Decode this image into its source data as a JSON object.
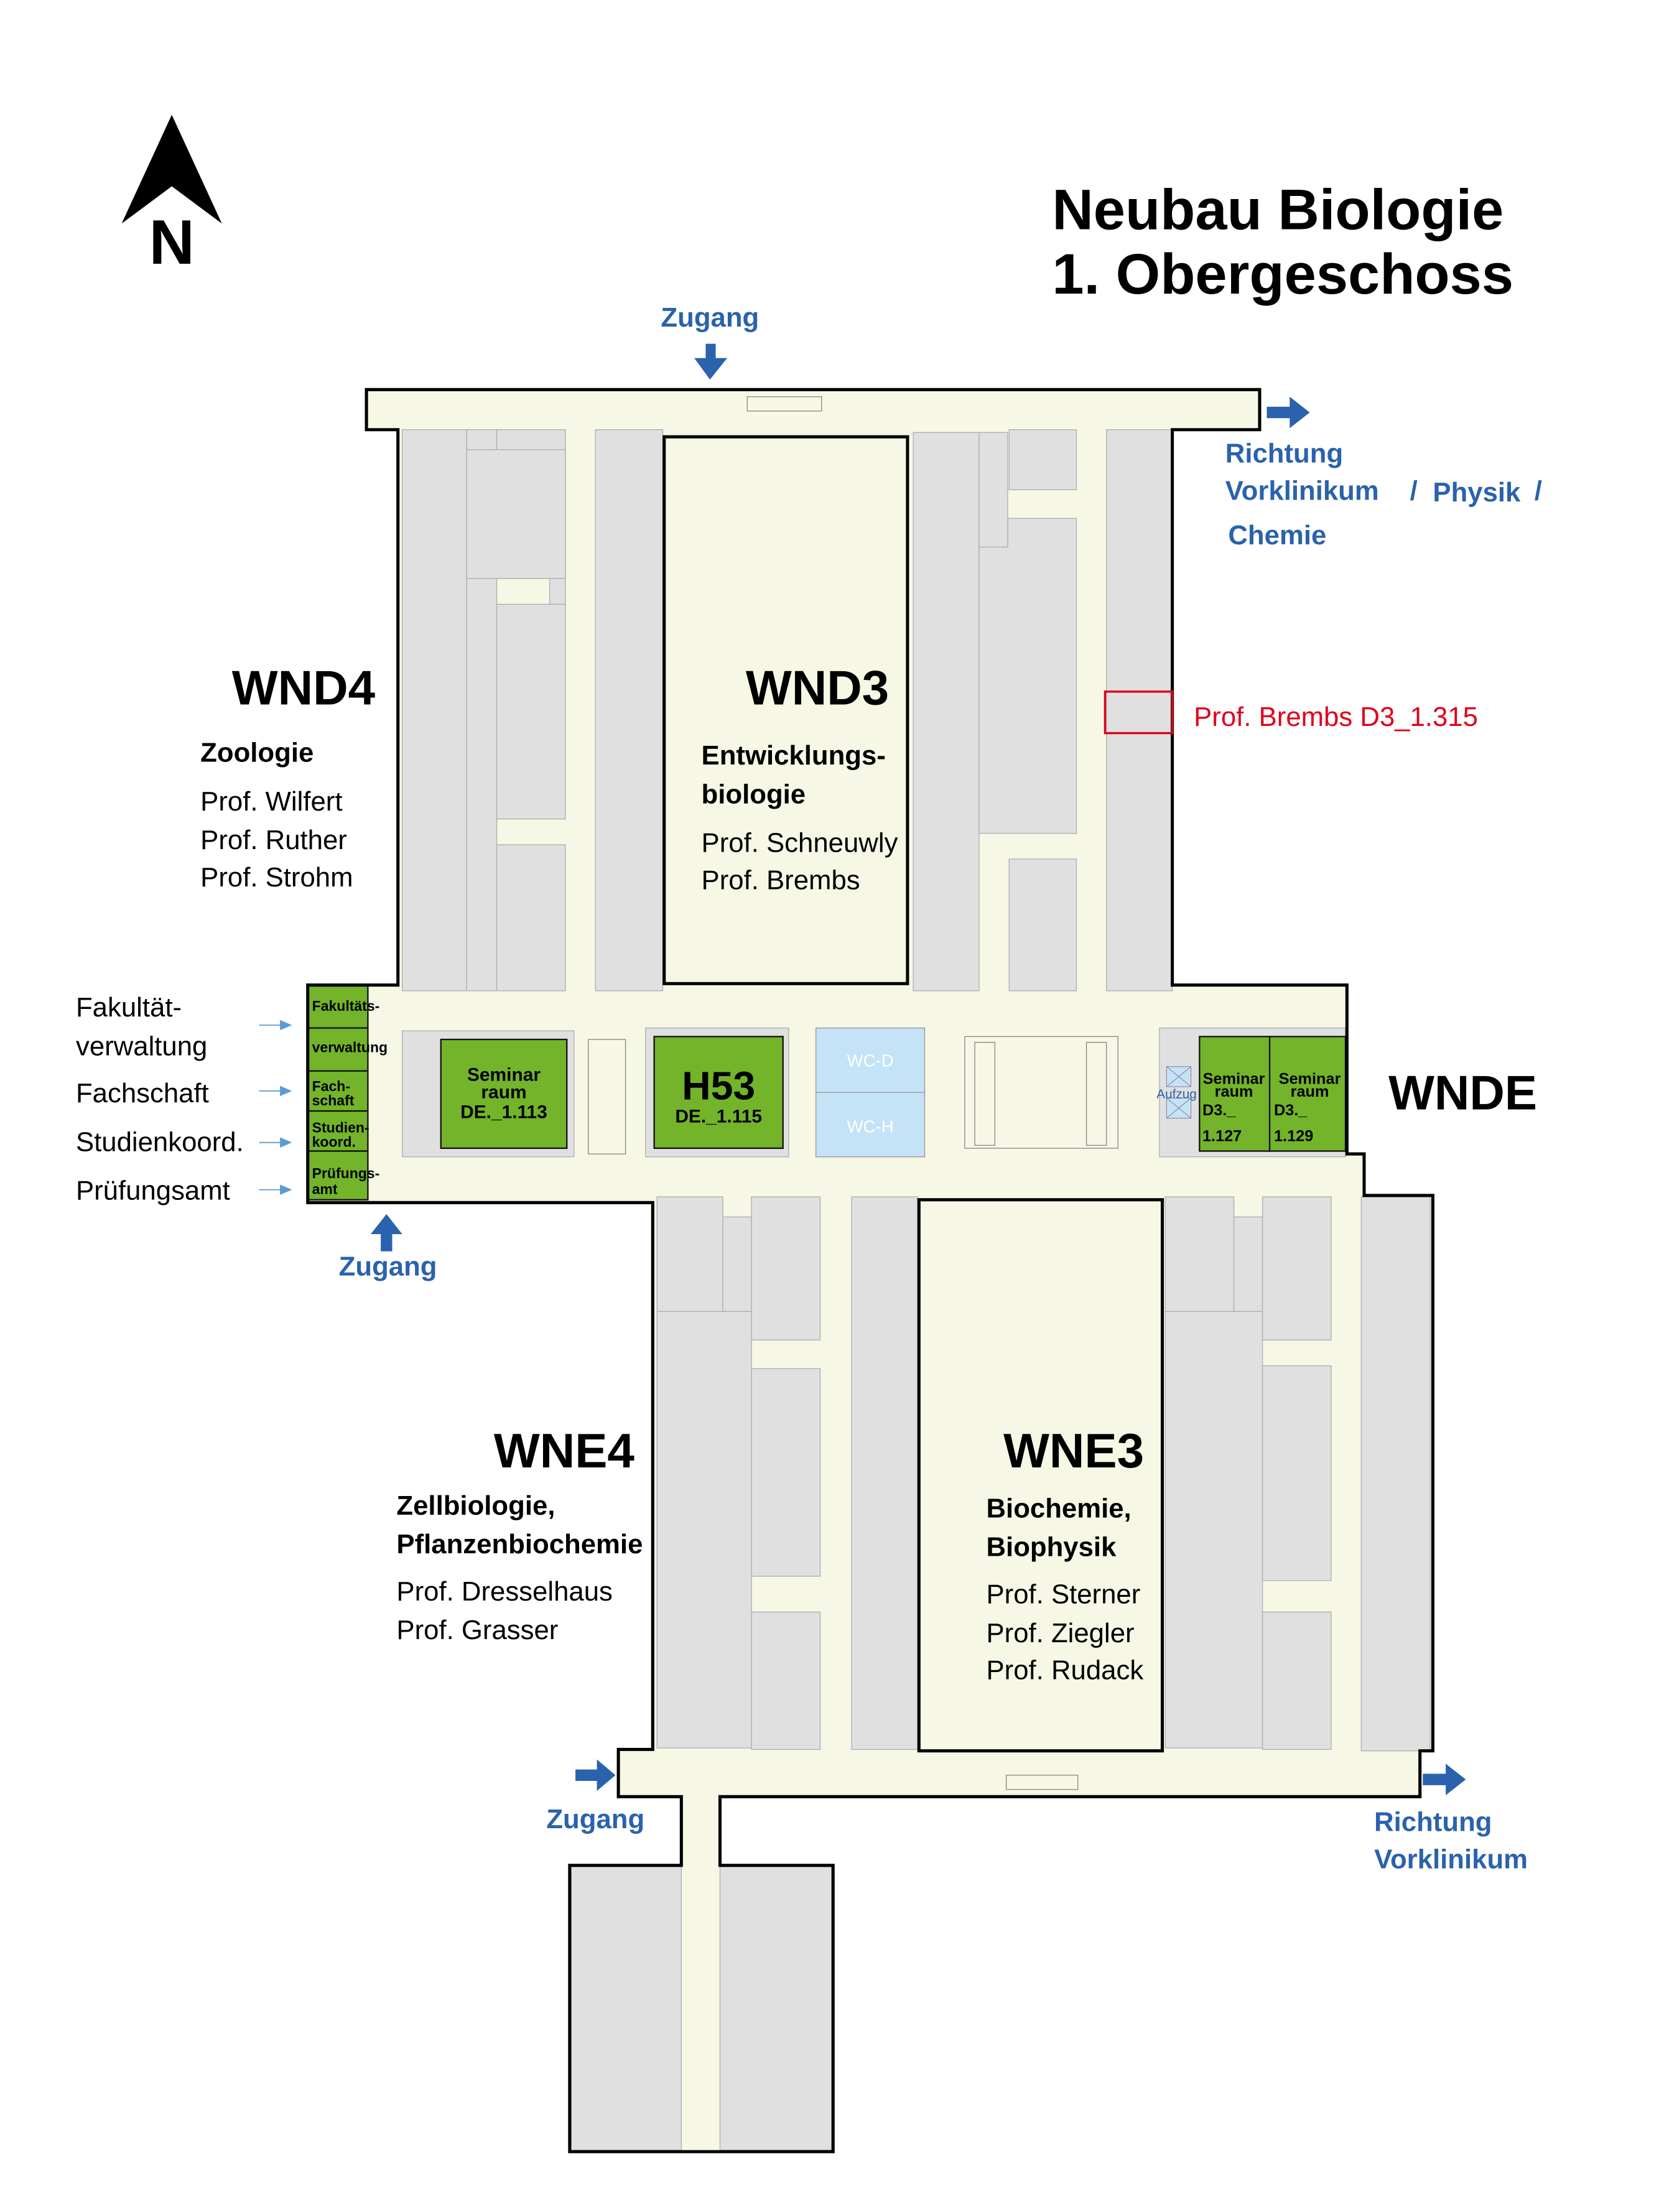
{
  "title": {
    "line1": "Neubau Biologie",
    "line2": "1. Obergeschoss"
  },
  "compass": {
    "label": "N"
  },
  "colors": {
    "corridor": "#f7f7e6",
    "room": "#e0e0e0",
    "highlight_room": "#73b42a",
    "arrow": "#2a62ad",
    "wc": "#c5e3f7",
    "marker": "#e0001a"
  },
  "entrances": {
    "top": "Zugang",
    "left": "Zugang",
    "bottom": "Zugang"
  },
  "directions": {
    "top_right": {
      "line1": "Richtung",
      "line2": "Vorklinikum",
      "sep1": "/",
      "line2b": "Physik",
      "sep2": "/",
      "line3": "Chemie"
    },
    "bottom_right": {
      "line1": "Richtung",
      "line2": "Vorklinikum"
    }
  },
  "wings": {
    "wnd4": {
      "name": "WND4",
      "dept": "Zoologie",
      "profs": [
        "Prof. Wilfert",
        "Prof. Ruther",
        "Prof. Strohm"
      ]
    },
    "wnd3": {
      "name": "WND3",
      "dept1": "Entwicklungs-",
      "dept2": "biologie",
      "profs": [
        "Prof. Schneuwly",
        "Prof. Brembs"
      ]
    },
    "wnde": {
      "name": "WNDE"
    },
    "wne4": {
      "name": "WNE4",
      "dept1": "Zellbiologie,",
      "dept2": "Pflanzenbiochemie",
      "profs": [
        "Prof. Dresselhaus",
        "Prof. Grasser"
      ]
    },
    "wne3": {
      "name": "WNE3",
      "dept1": "Biochemie,",
      "dept2": "Biophysik",
      "profs": [
        "Prof. Sterner",
        "Prof. Ziegler",
        "Prof. Rudack"
      ]
    }
  },
  "marker": {
    "label": "Prof. Brembs D3_1.315"
  },
  "admin_legend": [
    "Fakultät-",
    "verwaltung",
    "Fachschaft",
    "Studienkoord.",
    "Prüfungsamt"
  ],
  "admin_rooms": {
    "fak1": "Fakultäts-",
    "fak2": "verwaltung",
    "fach1": "Fach-",
    "fach2": "schaft",
    "stud1": "Studien-",
    "stud2": "koord.",
    "pruef1": "Prüfungs-",
    "pruef2": "amt"
  },
  "rooms": {
    "sem113": {
      "l1": "Seminar",
      "l2": "raum",
      "l3": "DE._1.113"
    },
    "h53": {
      "l1": "H53",
      "l2": "DE._1.115"
    },
    "wc_d": "WC-D",
    "wc_h": "WC-H",
    "aufzug": "Aufzug",
    "sem127": {
      "l1": "Seminar",
      "l2": "raum",
      "l3": "D3._",
      "l4": "1.127"
    },
    "sem129": {
      "l1": "Seminar",
      "l2": "raum",
      "l3": "D3._",
      "l4": "1.129"
    }
  }
}
